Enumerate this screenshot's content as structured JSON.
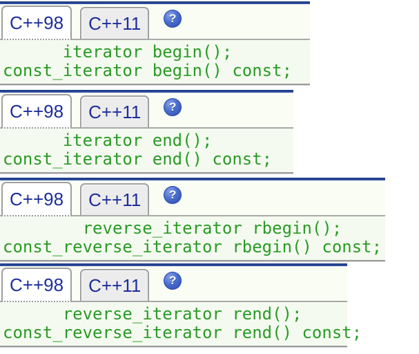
{
  "colors": {
    "top_bar_navy": "#16357e",
    "tab_text_blue": "#1c2e9a",
    "tab_active_bg": "#ffffff",
    "tab_inactive_bg": "#ececec",
    "tab_border_gray": "#a0a0a0",
    "code_text_green": "#2a9a27",
    "code_bg_green": "#f4faef",
    "help_icon_blue": "#4a6fd0"
  },
  "icons": {
    "help_glyph": "?"
  },
  "blocks": [
    {
      "tab_98": "C++98",
      "tab_11": "C++11",
      "active_tab": "C++98",
      "code": [
        "      iterator begin();",
        "const_iterator begin() const;"
      ]
    },
    {
      "tab_98": "C++98",
      "tab_11": "C++11",
      "active_tab": "C++98",
      "code": [
        "      iterator end();",
        "const_iterator end() const;"
      ]
    },
    {
      "tab_98": "C++98",
      "tab_11": "C++11",
      "active_tab": "C++98",
      "code": [
        "        reverse_iterator rbegin();",
        "const_reverse_iterator rbegin() const;"
      ]
    },
    {
      "tab_98": "C++98",
      "tab_11": "C++11",
      "active_tab": "C++98",
      "code": [
        "      reverse_iterator rend();",
        "const_reverse_iterator rend() const;"
      ]
    }
  ]
}
